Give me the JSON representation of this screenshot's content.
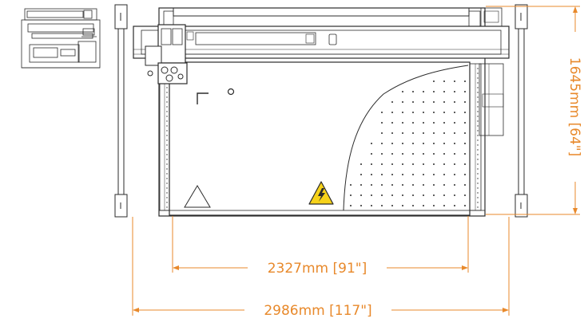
{
  "dimensions": {
    "inner_width": "2327mm [91\"]",
    "overall_width": "2986mm [117\"]",
    "height": "1645mm [64\"]"
  },
  "colors": {
    "dimension": "#e8892b",
    "outline": "#2b2b2b",
    "warning_fill": "#f6d21a"
  },
  "icons": {
    "warning": "high-voltage-warning-icon",
    "caution": "caution-triangle-icon"
  }
}
